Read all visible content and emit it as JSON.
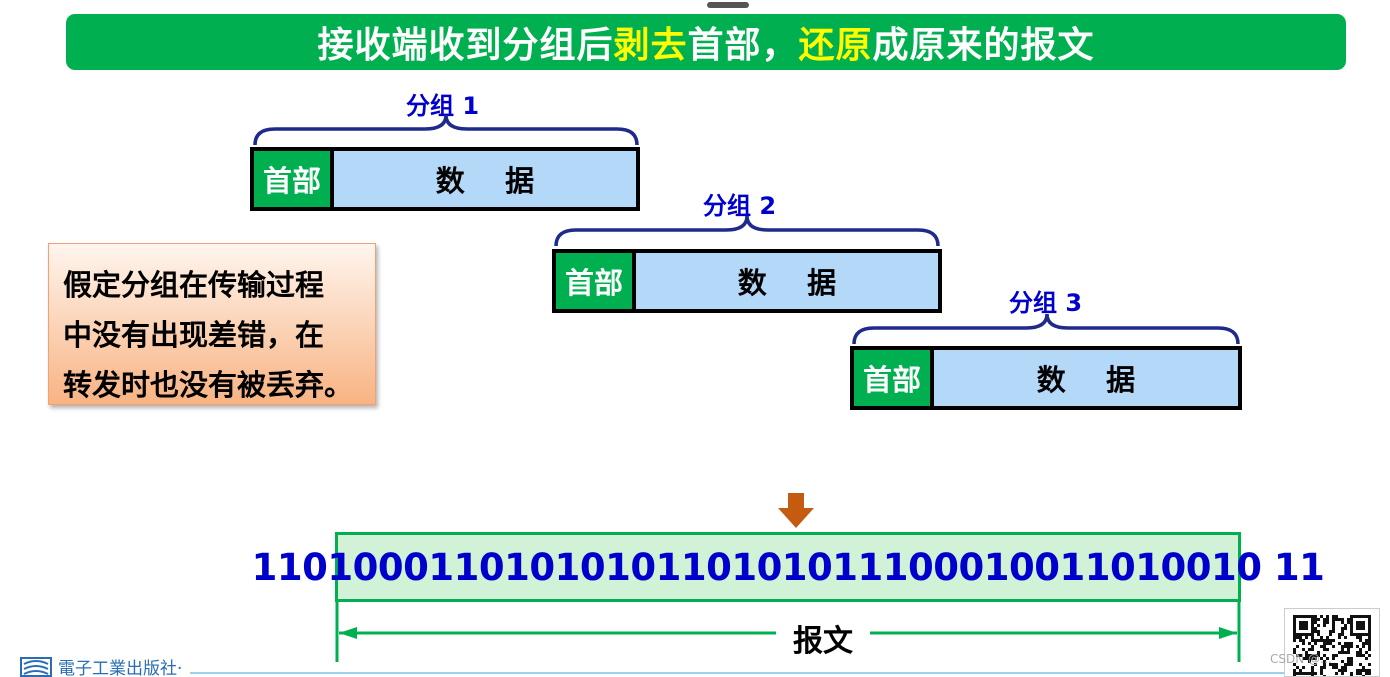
{
  "title": {
    "part1": "接收端收到分组后",
    "highlight1": "剥去",
    "part2": "首部，",
    "highlight2": "还原",
    "part3": "成原来的报文"
  },
  "packets": [
    {
      "label": "分组 1",
      "header": "首部",
      "data": "数    据"
    },
    {
      "label": "分组 2",
      "header": "首部",
      "data": "数    据"
    },
    {
      "label": "分组 3",
      "header": "首部",
      "data": "数    据"
    }
  ],
  "note": {
    "line1": "假定分组在传输过程",
    "line2": "中没有出现差错，在",
    "line3": "转发时也没有被丢弃。"
  },
  "message": {
    "bits": "1101000110101010110101011100010011010010 11",
    "label": "报文"
  },
  "publisher": {
    "name": "電子工業出版社·"
  },
  "watermark": "CSDN @…",
  "colors": {
    "green": "#00b050",
    "highlight": "#ffff00",
    "blue_text": "#0000cc",
    "brace": "#1f2a8a",
    "data_fill": "#b4d8f7",
    "message_fill": "#d1f2d6",
    "arrow": "#c55a11"
  }
}
